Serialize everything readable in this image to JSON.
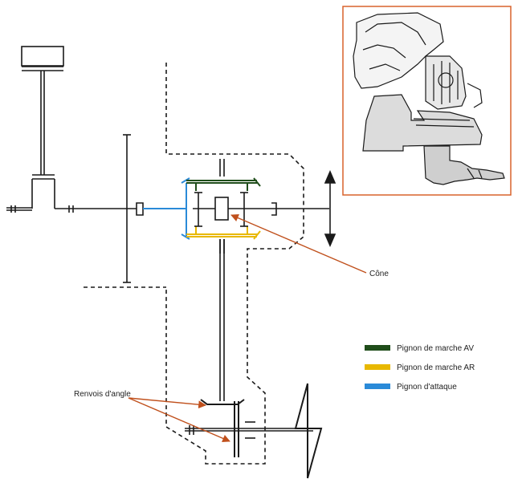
{
  "labels": {
    "cone": "Cône",
    "renvois": "Renvois d'angle"
  },
  "legend": {
    "items": [
      {
        "label": "Pignon de marche AV",
        "color": "#1f4d1a"
      },
      {
        "label": "Pignon de marche AR",
        "color": "#e8b800"
      },
      {
        "label": "Pignon d'attaque",
        "color": "#2a8ad8"
      }
    ]
  },
  "colors": {
    "shaft": "#1a1a1a",
    "arrow": "#c0501c",
    "frame": "#d9622b"
  },
  "illustration": {
    "icon": "outboard-engine-illustration"
  }
}
